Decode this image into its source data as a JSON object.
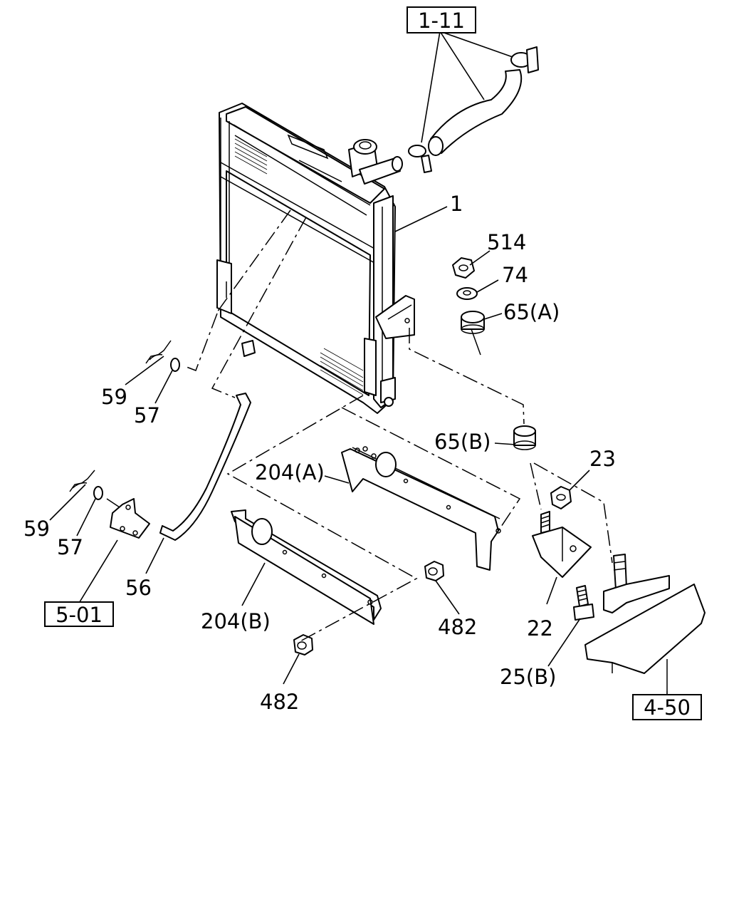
{
  "references": {
    "ref_1_11": "1-11",
    "ref_5_01": "5-01",
    "ref_4_50": "4-50"
  },
  "callouts": {
    "c_1": "1",
    "c_514": "514",
    "c_74": "74",
    "c_65a": "65(A)",
    "c_65b": "65(B)",
    "c_23": "23",
    "c_22": "22",
    "c_25b": "25(B)",
    "c_204a": "204(A)",
    "c_204b": "204(B)",
    "c_482_right": "482",
    "c_482_bottom": "482",
    "c_59_upper": "59",
    "c_57_upper": "57",
    "c_59_lower": "59",
    "c_57_lower": "57",
    "c_56": "56"
  }
}
